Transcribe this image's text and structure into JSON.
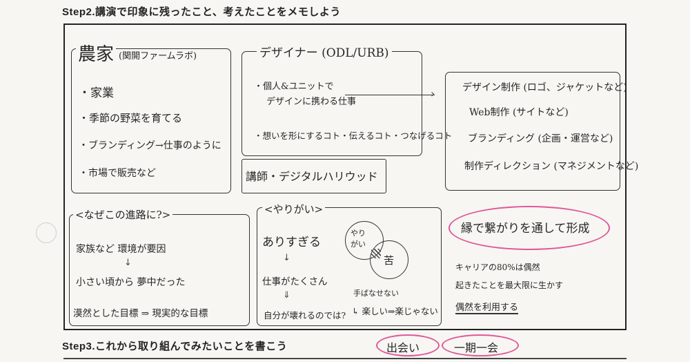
{
  "step2_heading": "Step2.講演で印象に残ったこと、考えたことをメモしよう",
  "step3_heading": "Step3.これから取り組んでみたいことを書こう",
  "farmer": {
    "title": "農家",
    "subtitle": "(関開ファームラボ)",
    "items": [
      "・家業",
      "・季節の野菜を育てる",
      "・ブランディング→仕事のように",
      "・市場で販売など"
    ]
  },
  "designer": {
    "title": "デザイナー (ODL/URB)",
    "line1a": "・個人&ユニットで",
    "line1b": "デザインに携わる仕事",
    "line2": "・想いを形にするコト・伝えるコト・つなげるコト",
    "right_items": [
      "デザイン制作 (ロゴ、ジャケットなど)",
      "Web制作 (サイトなど)",
      "ブランディング (企画・運営など)",
      "制作ディレクション (マネジメントなど)"
    ]
  },
  "lecturer": {
    "text": "講師・デジタルハリウッド"
  },
  "career": {
    "title": "<なぜこの進路に?>",
    "line1": "家族など 環境が要因",
    "line2": "小さい頃から 夢中だった",
    "line3": "漠然とした目標 ⇒ 現実的な目標"
  },
  "yarigai": {
    "title": "<やりがい>",
    "line1": "ありすぎる",
    "line2": "仕事がたくさん",
    "line3": "自分が壊れるのでは?",
    "circle_left": "やり\nがい",
    "circle_right": "苦",
    "note1": "手ばなせない",
    "note2": "↳ 楽しい⇒楽じゃない"
  },
  "right_notes": {
    "bubble": "縁で繋がりを通して形成",
    "line1": "キャリアの80%は偶然",
    "line2": "起きたことを最大限に生かす",
    "line3": "偶然を利用する"
  },
  "step3_notes": {
    "meet": "出会い",
    "ichigo": "一期一会"
  }
}
